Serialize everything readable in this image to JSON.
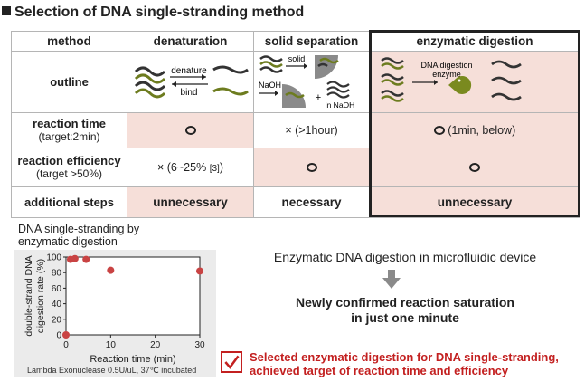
{
  "title": "Selection of DNA single-stranding method",
  "table": {
    "header": [
      "method",
      "denaturation",
      "solid separation",
      "enzymatic digestion"
    ],
    "rows": {
      "outline": {
        "label": "outline",
        "denaturation": {
          "top_label": "denature",
          "bottom_label": "bind"
        },
        "solid_separation": {
          "solid_label": "solid",
          "naoh_label": "NaOH",
          "plus": "+",
          "in_naoh_label": "in NaOH"
        },
        "enzymatic": {
          "label_line1": "DNA digestion",
          "label_line2": "enzyme"
        }
      },
      "reaction_time": {
        "label": "reaction time",
        "sub": "(target:2min)",
        "solid": "× (>1hour)",
        "enzymatic": "(1min, below)"
      },
      "reaction_efficiency": {
        "label": "reaction efficiency",
        "sub": "(target >50%)",
        "denaturation": "× (6~25%",
        "denaturation_ref": "[3]",
        "denaturation_close": ")"
      },
      "additional_steps": {
        "label": "additional steps",
        "values": [
          "unnecessary",
          "necessary",
          "unnecessary"
        ]
      }
    }
  },
  "chart": {
    "caption_line1": "DNA single-stranding by",
    "caption_line2": "enzymatic digestion",
    "footnote": "Lambda Exonuclease 0.5U/uL, 37℃ incubated"
  },
  "chart_data": {
    "type": "scatter",
    "title": "",
    "xlabel": "Reaction time (min)",
    "ylabel": "double-strand DNA digestion rate (%)",
    "xlim": [
      0,
      30
    ],
    "ylim": [
      0,
      100
    ],
    "xticks": [
      0,
      10,
      20,
      30
    ],
    "yticks": [
      0,
      20,
      40,
      60,
      80,
      100
    ],
    "x": [
      0,
      1,
      2,
      4.5,
      10,
      30
    ],
    "y": [
      0,
      97,
      98,
      97,
      83,
      82
    ],
    "marker_color": "#c94343"
  },
  "right": {
    "step1": "Enzymatic DNA digestion in microfluidic device",
    "step2_line1": "Newly confirmed reaction saturation",
    "step2_line2": "in just one minute",
    "conclusion_line1": "Selected enzymatic digestion for DNA single-stranding,",
    "conclusion_line2": "achieved target of reaction time and efficiency"
  },
  "colors": {
    "highlight": "#f6dfd9",
    "accent_red": "#c32020",
    "dna_dark": "#333333",
    "dna_green": "#6d7c1f"
  }
}
